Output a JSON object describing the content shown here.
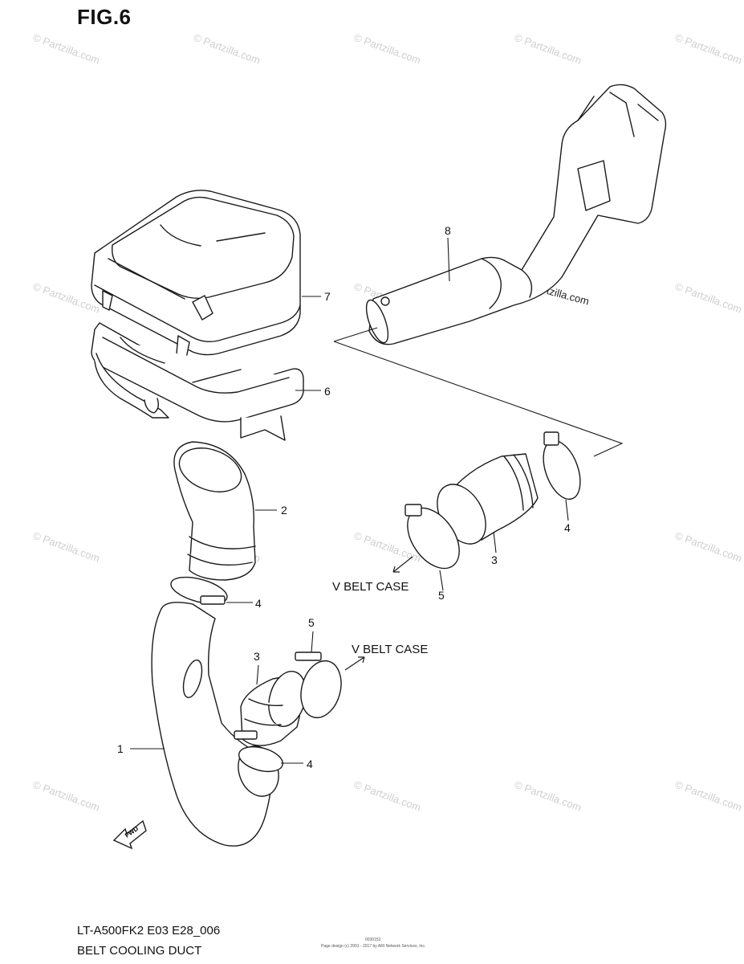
{
  "figure_title": "FIG.6",
  "footer": {
    "model_code": "LT-A500FK2 E03 E28_006",
    "section_name": "BELT COOLING DUCT",
    "tiny_copyright": "Page design (c) 2001 - 2017 by ARI Network Services, Inc.",
    "tiny_id": "0030152"
  },
  "watermark": {
    "text": "© Partzilla.com"
  },
  "callouts": {
    "part_1": "1",
    "part_2": "2",
    "part_3_lower": "3",
    "part_3_upper": "3",
    "part_4_mid": "4",
    "part_4_lower": "4",
    "part_4_upper": "4",
    "part_5_lower": "5",
    "part_5_upper": "5",
    "part_6": "6",
    "part_7": "7",
    "part_8": "8"
  },
  "annotations": {
    "v_belt_case_upper": "V BELT CASE",
    "v_belt_case_lower": "V BELT CASE",
    "fwd": "FWD"
  },
  "colors": {
    "line": "#1a1a1a",
    "watermark": "#cfcfcf"
  }
}
